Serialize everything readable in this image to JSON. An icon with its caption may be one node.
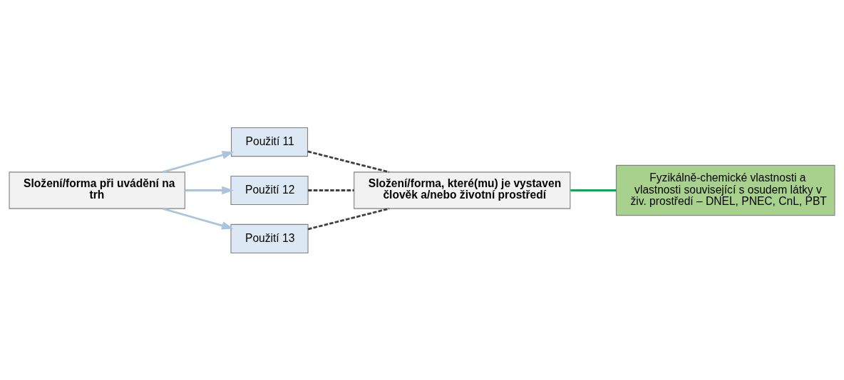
{
  "diagram": {
    "nodes": [
      {
        "text": [
          "Složení/forma při uvádění na trh"
        ]
      },
      {
        "text": [
          "Použití 11"
        ]
      },
      {
        "text": [
          "Použití 12"
        ]
      },
      {
        "text": [
          "Použití 13"
        ]
      },
      {
        "text": [
          "Složení/forma, které(mu) je vystaven člověk a/nebo životní prostředí"
        ]
      },
      {
        "text": [
          "Fyzikálně-chemické vlastnosti a vlastnosti související s osudem látky v živ. prostředí – DNEL, PNEC, CnL, PBT"
        ]
      }
    ],
    "edges": [
      {
        "from": 0,
        "to": 1,
        "arrow": "to",
        "color": "#a9c4dc"
      },
      {
        "from": 0,
        "to": 2,
        "arrow": "to",
        "color": "#a9c4dc"
      },
      {
        "from": 0,
        "to": 3,
        "arrow": "to",
        "color": "#a9c4dc"
      },
      {
        "from": 1,
        "to": 4,
        "arrow": "none",
        "style": "dashed",
        "color": "#404040"
      },
      {
        "from": 2,
        "to": 4,
        "arrow": "none",
        "style": "dashed",
        "color": "#404040"
      },
      {
        "from": 3,
        "to": 4,
        "arrow": "none",
        "style": "dashed",
        "color": "#404040"
      },
      {
        "from": 4,
        "to": 5,
        "arrow": "none",
        "color": "#00b050"
      }
    ]
  }
}
